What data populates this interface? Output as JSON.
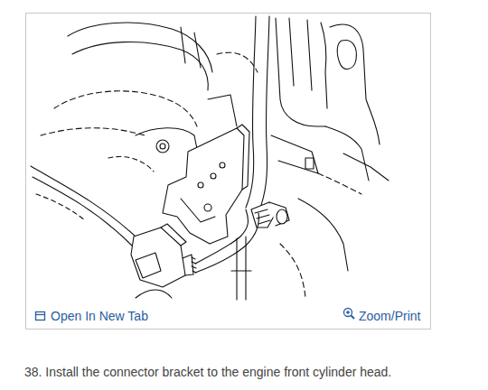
{
  "diagram": {
    "caption": "38. Install the connector bracket to the engine front cylinder head.",
    "labels": [
      "Open In New Tab",
      "Zoom/Print"
    ]
  }
}
